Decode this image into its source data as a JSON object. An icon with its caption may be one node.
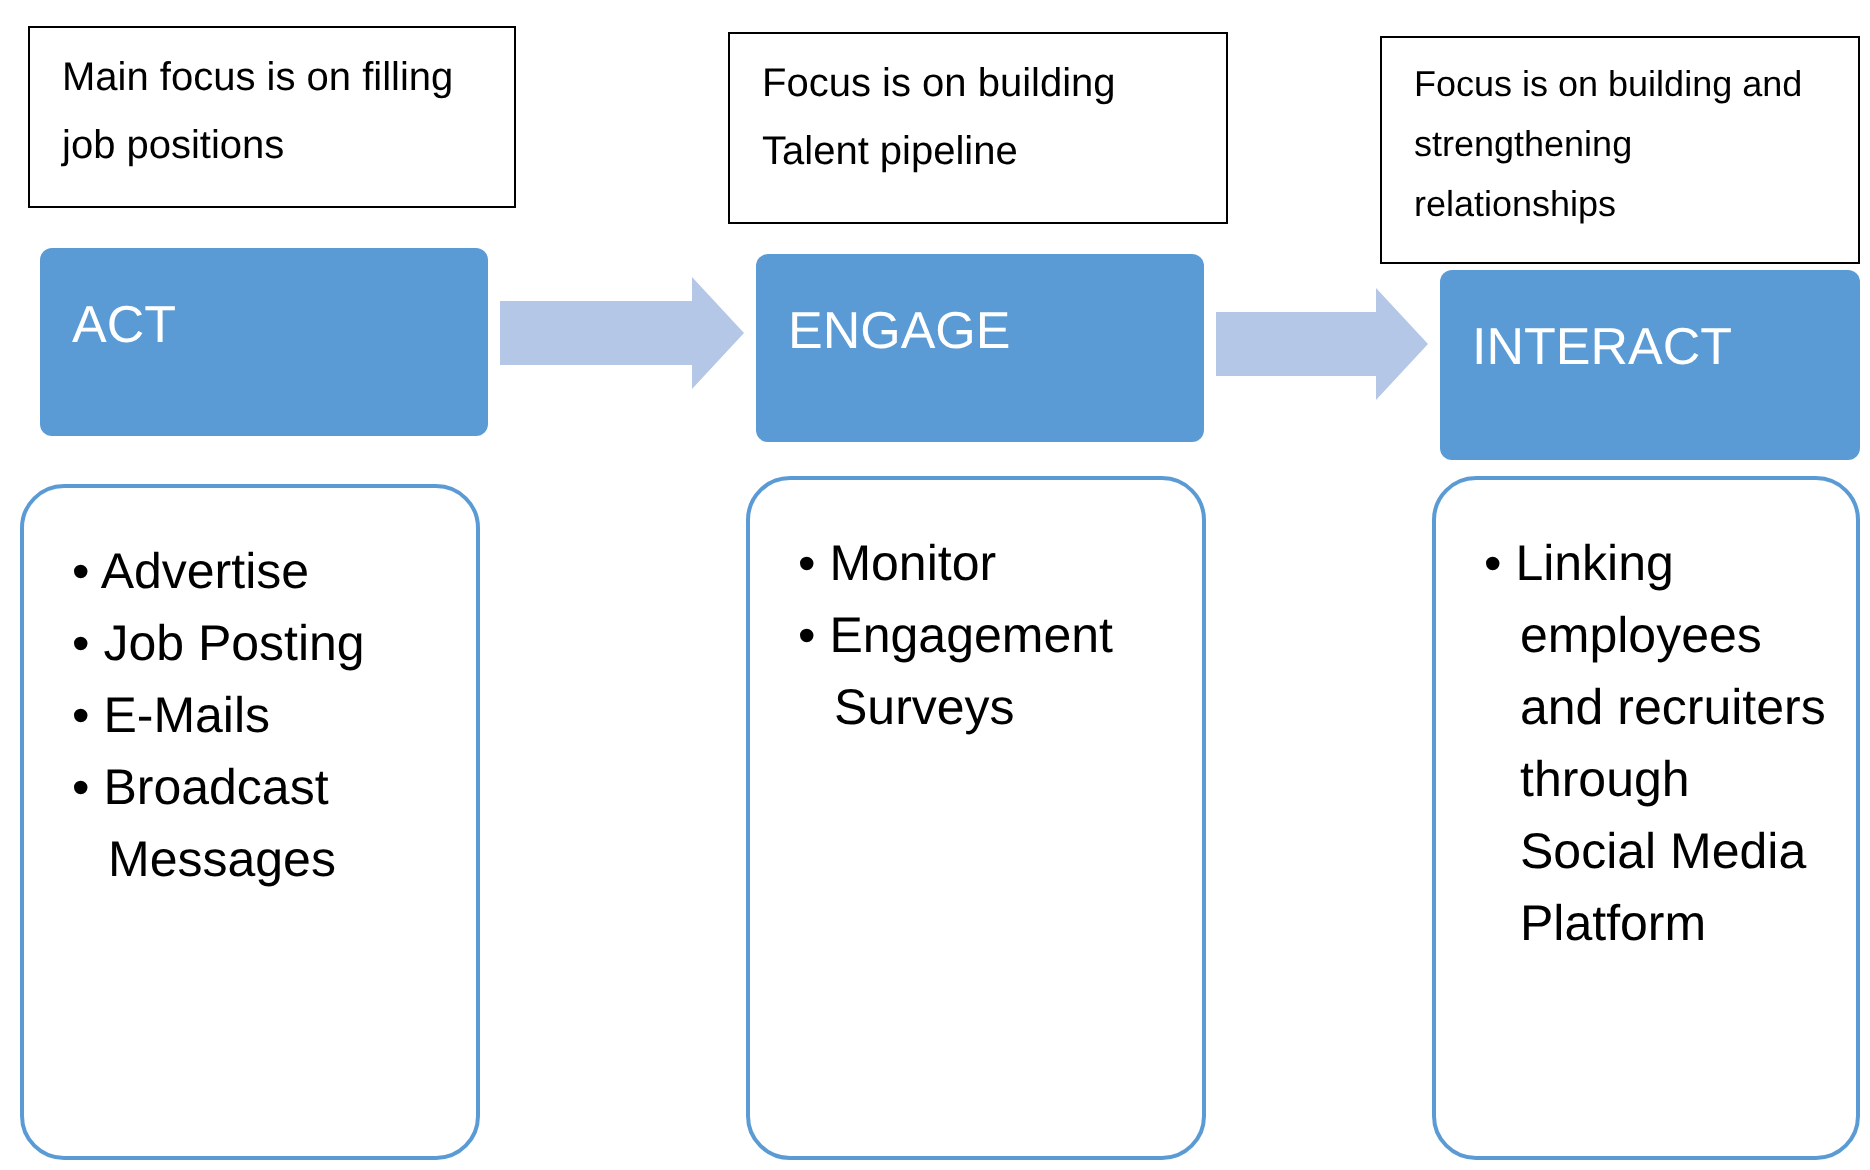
{
  "diagram": {
    "nodes": [
      {
        "text": [
          "Main focus is on filling job positions"
        ]
      },
      {
        "text": [
          "ACT"
        ]
      },
      {
        "text": [
          "• Advertise",
          "• Job Posting",
          "• E-Mails",
          "• Broadcast Messages"
        ]
      },
      {
        "text": [
          "Focus is on building Talent pipeline"
        ]
      },
      {
        "text": [
          "ENGAGE"
        ]
      },
      {
        "text": [
          "• Monitor",
          "• Engagement Surveys"
        ]
      },
      {
        "text": [
          "Focus is on building and strengthening relationships"
        ]
      },
      {
        "text": [
          "INTERACT"
        ]
      },
      {
        "text": [
          "• Linking employees and recruiters through Social Media Platform"
        ]
      }
    ],
    "edges": [
      {
        "from": 1,
        "to": 4,
        "arrow": "to",
        "style": "thick",
        "color": "#b4c7e7"
      },
      {
        "from": 4,
        "to": 7,
        "arrow": "to",
        "style": "thick",
        "color": "#b4c7e7"
      }
    ]
  }
}
